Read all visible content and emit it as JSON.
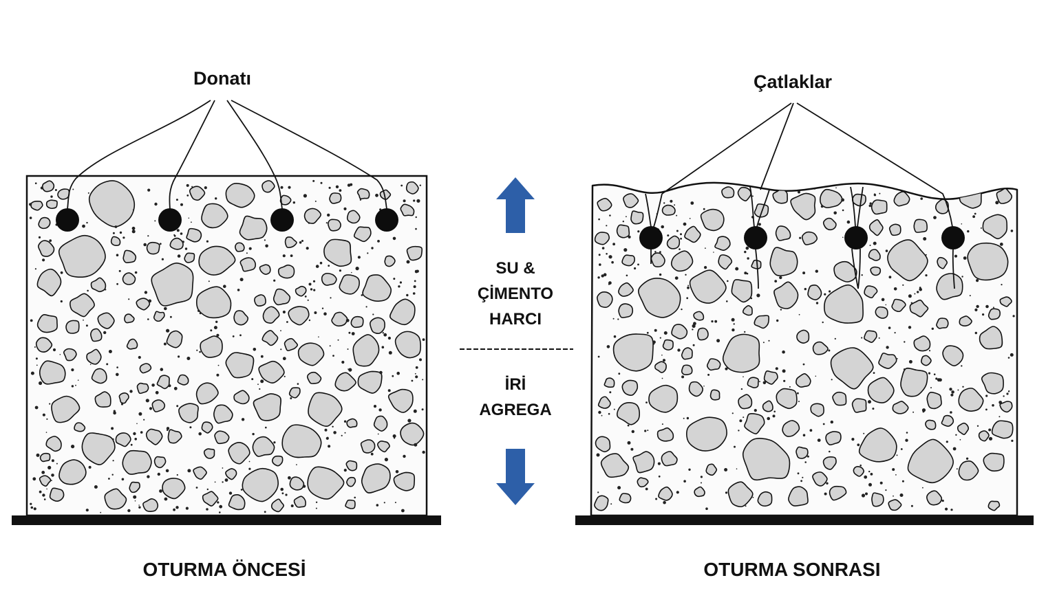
{
  "left_panel": {
    "callout": "Donatı",
    "caption": "OTURMA ÖNCESİ"
  },
  "right_panel": {
    "callout": "Çatlaklar",
    "caption": "OTURMA SONRASI"
  },
  "middle": {
    "upper_lines": [
      "SU &",
      "ÇİMENTO",
      "HARCI"
    ],
    "lower_lines": [
      "İRİ",
      "AGREGA"
    ]
  },
  "colors": {
    "arrow": "#2D5FA8",
    "aggregate_fill": "#d4d4d4",
    "outline": "#111111",
    "rebar": "#0d0d0d"
  }
}
